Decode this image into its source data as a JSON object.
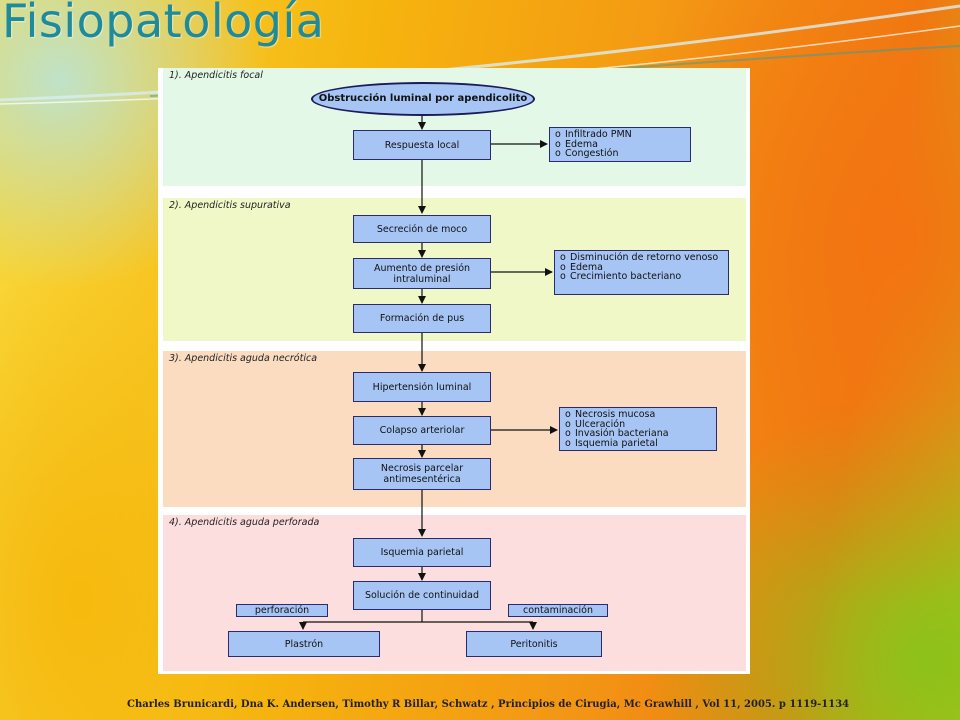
{
  "slide": {
    "title": "Fisiopatología",
    "citation": "Charles Brunicardi, Dna K. Andersen, Timothy R Billar, Schwatz , Principios de Cirugia, Mc Grawhill , Vol 11, 2005. p 1119-1134"
  },
  "colors": {
    "stage1": "#e3f8e6",
    "stage2": "#f1f8c8",
    "stage3": "#fbdcc0",
    "stage4": "#fcdede",
    "box": "#a7c5f4",
    "title": "#1f8a9a"
  },
  "diagram": {
    "stages": [
      {
        "label": "1). Apendicitis focal",
        "start": "Obstrucción luminal por apendicolito",
        "boxes": [
          "Respuesta local"
        ],
        "effects": [
          "Infiltrado PMN",
          "Edema",
          "Congestión"
        ]
      },
      {
        "label": "2). Apendicitis supurativa",
        "boxes": [
          "Secreción de moco",
          "Aumento de presión intraluminal",
          "Formación de pus"
        ],
        "effects": [
          "Disminución de retorno venoso",
          "Edema",
          "Crecimiento bacteriano"
        ]
      },
      {
        "label": "3). Apendicitis aguda necrótica",
        "boxes": [
          "Hipertensión luminal",
          "Colapso arteriolar",
          "Necrosis parcelar antimesentérica"
        ],
        "effects": [
          "Necrosis mucosa",
          "Ulceración",
          "Invasión bacteriana",
          "Isquemia parietal"
        ]
      },
      {
        "label": "4). Apendicitis aguda perforada",
        "boxes": [
          "Isquemia parietal",
          "Solución de continuidad"
        ],
        "branches": [
          {
            "label": "perforación",
            "outcome": "Plastrón"
          },
          {
            "label": "contaminación",
            "outcome": "Peritonitis"
          }
        ]
      }
    ]
  }
}
